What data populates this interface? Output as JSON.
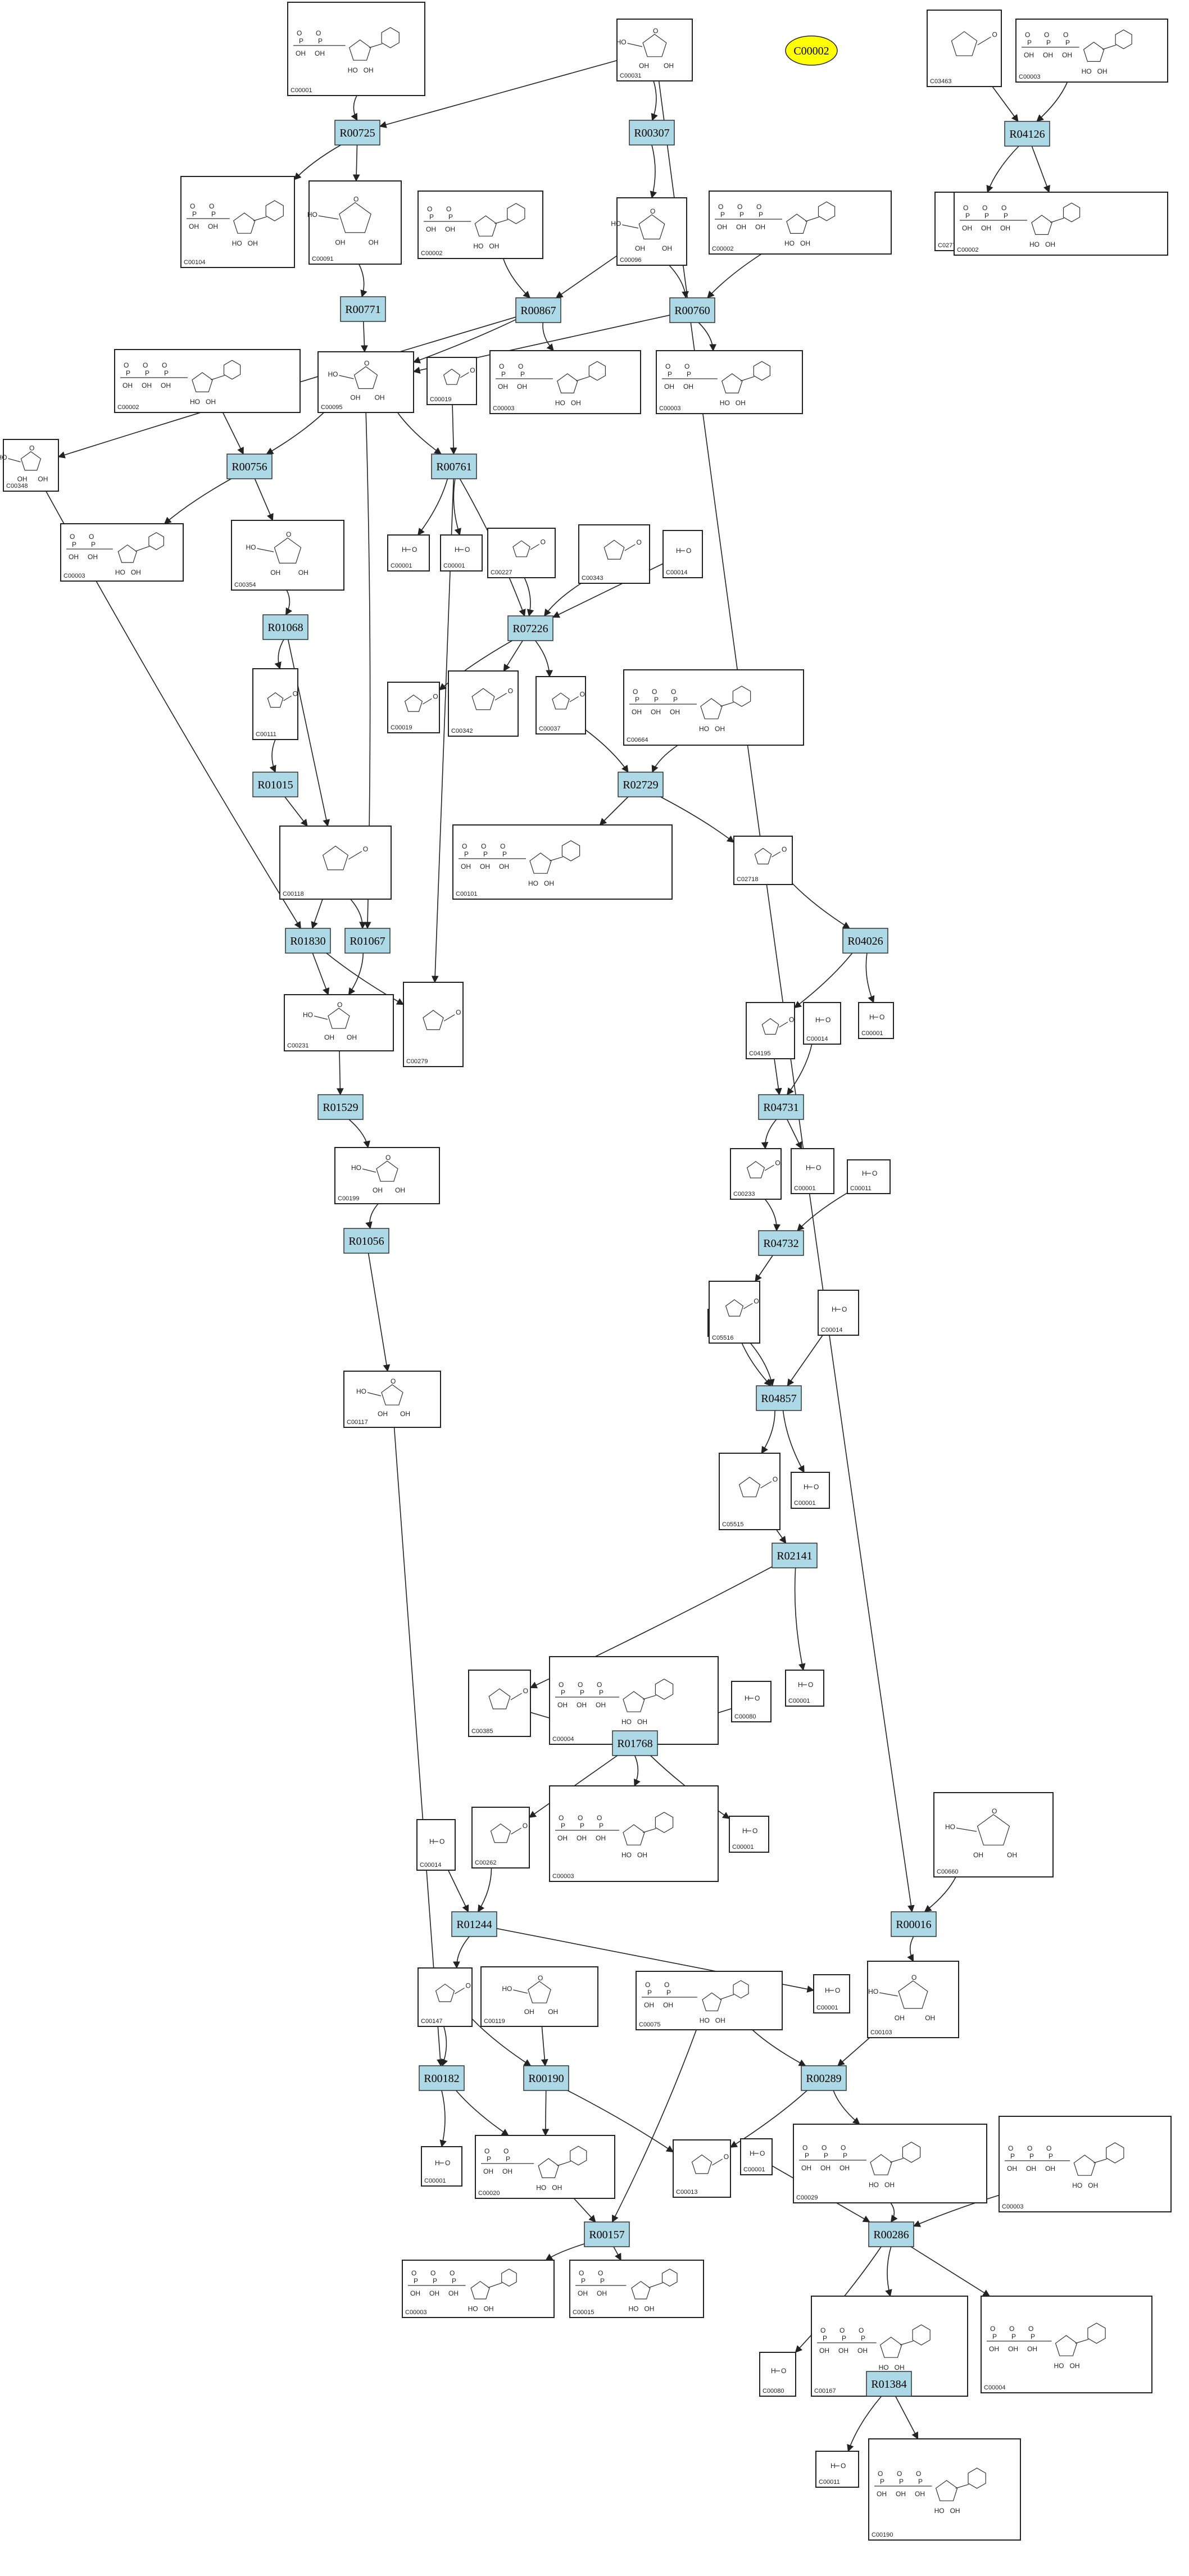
{
  "highlight": {
    "id": "C00002",
    "fill": "#ffff00"
  },
  "colors": {
    "reaction_fill": "#add8e6",
    "compound_fill": "#ffffff",
    "highlight_fill": "#ffff00"
  },
  "compounds": [
    {
      "id": "C00001",
      "kind": "nuc"
    },
    {
      "id": "C00031",
      "kind": "sugar"
    },
    {
      "id": "C03463",
      "kind": "small"
    },
    {
      "id": "C00003",
      "kind": "nuc"
    },
    {
      "id": "C00104",
      "kind": "nuc"
    },
    {
      "id": "C00091",
      "kind": "sugar"
    },
    {
      "id": "C00002",
      "kind": "nuc"
    },
    {
      "id": "C00096",
      "kind": "sugar"
    },
    {
      "id": "C00002",
      "kind": "nuc"
    },
    {
      "id": "C02771",
      "kind": "small"
    },
    {
      "id": "C00002",
      "kind": "nuc"
    },
    {
      "id": "C00002",
      "kind": "nuc"
    },
    {
      "id": "C00095",
      "kind": "sugar"
    },
    {
      "id": "C00019",
      "kind": "small"
    },
    {
      "id": "C00003",
      "kind": "nuc"
    },
    {
      "id": "C00003",
      "kind": "nuc"
    },
    {
      "id": "C00348",
      "kind": "sugar"
    },
    {
      "id": "C00003",
      "kind": "nuc"
    },
    {
      "id": "C00354",
      "kind": "sugar"
    },
    {
      "id": "C00001",
      "kind": "water"
    },
    {
      "id": "C00001",
      "kind": "water"
    },
    {
      "id": "C00227",
      "kind": "small"
    },
    {
      "id": "C00343",
      "kind": "small"
    },
    {
      "id": "C00014",
      "kind": "water"
    },
    {
      "id": "C00111",
      "kind": "small"
    },
    {
      "id": "C00019",
      "kind": "small"
    },
    {
      "id": "C00342",
      "kind": "small"
    },
    {
      "id": "C00037",
      "kind": "small"
    },
    {
      "id": "C00664",
      "kind": "big"
    },
    {
      "id": "C00101",
      "kind": "big"
    },
    {
      "id": "C02718",
      "kind": "small"
    },
    {
      "id": "C00118",
      "kind": "small"
    },
    {
      "id": "C00231",
      "kind": "sugar"
    },
    {
      "id": "C00279",
      "kind": "small"
    },
    {
      "id": "C00199",
      "kind": "sugar"
    },
    {
      "id": "C00117",
      "kind": "sugar"
    },
    {
      "id": "C04195",
      "kind": "small"
    },
    {
      "id": "C00014",
      "kind": "water"
    },
    {
      "id": "C00001",
      "kind": "water"
    },
    {
      "id": "C00233",
      "kind": "small"
    },
    {
      "id": "C00001",
      "kind": "water"
    },
    {
      "id": "C00011",
      "kind": "water"
    },
    {
      "id": "C00011",
      "kind": "water"
    },
    {
      "id": "C05516",
      "kind": "small"
    },
    {
      "id": "C00014",
      "kind": "water"
    },
    {
      "id": "C05515",
      "kind": "small"
    },
    {
      "id": "C00001",
      "kind": "water"
    },
    {
      "id": "C00385",
      "kind": "small"
    },
    {
      "id": "C00004",
      "kind": "nuc"
    },
    {
      "id": "C00080",
      "kind": "water"
    },
    {
      "id": "C00001",
      "kind": "water"
    },
    {
      "id": "C00014",
      "kind": "water"
    },
    {
      "id": "C00262",
      "kind": "small"
    },
    {
      "id": "C00003",
      "kind": "nuc"
    },
    {
      "id": "C00001",
      "kind": "water"
    },
    {
      "id": "C00660",
      "kind": "sugar"
    },
    {
      "id": "C00147",
      "kind": "small"
    },
    {
      "id": "C00119",
      "kind": "sugar"
    },
    {
      "id": "C00075",
      "kind": "nuc"
    },
    {
      "id": "C00001",
      "kind": "water"
    },
    {
      "id": "C00103",
      "kind": "sugar"
    },
    {
      "id": "C00001",
      "kind": "water"
    },
    {
      "id": "C00020",
      "kind": "nuc"
    },
    {
      "id": "C00013",
      "kind": "small"
    },
    {
      "id": "C00029",
      "kind": "nuc"
    },
    {
      "id": "C00003",
      "kind": "nuc"
    },
    {
      "id": "C00001",
      "kind": "water"
    },
    {
      "id": "C00003",
      "kind": "nuc"
    },
    {
      "id": "C00015",
      "kind": "nuc"
    },
    {
      "id": "C00080",
      "kind": "water"
    },
    {
      "id": "C00167",
      "kind": "nuc"
    },
    {
      "id": "C00004",
      "kind": "nuc"
    },
    {
      "id": "C00011",
      "kind": "water"
    },
    {
      "id": "C00190",
      "kind": "nuc"
    }
  ],
  "reactions": [
    {
      "id": "R00725"
    },
    {
      "id": "R00307"
    },
    {
      "id": "R04126"
    },
    {
      "id": "R00771"
    },
    {
      "id": "R00867"
    },
    {
      "id": "R00760"
    },
    {
      "id": "R00756"
    },
    {
      "id": "R00761"
    },
    {
      "id": "R01068"
    },
    {
      "id": "R07226"
    },
    {
      "id": "R01015"
    },
    {
      "id": "R02729"
    },
    {
      "id": "R01830"
    },
    {
      "id": "R01067"
    },
    {
      "id": "R04026"
    },
    {
      "id": "R01529"
    },
    {
      "id": "R04731"
    },
    {
      "id": "R01056"
    },
    {
      "id": "R04732"
    },
    {
      "id": "R04857"
    },
    {
      "id": "R02141"
    },
    {
      "id": "R01768"
    },
    {
      "id": "R00016"
    },
    {
      "id": "R01244"
    },
    {
      "id": "R00182"
    },
    {
      "id": "R00190"
    },
    {
      "id": "R00289"
    },
    {
      "id": "R00157"
    },
    {
      "id": "R00286"
    },
    {
      "id": "R01384"
    }
  ]
}
